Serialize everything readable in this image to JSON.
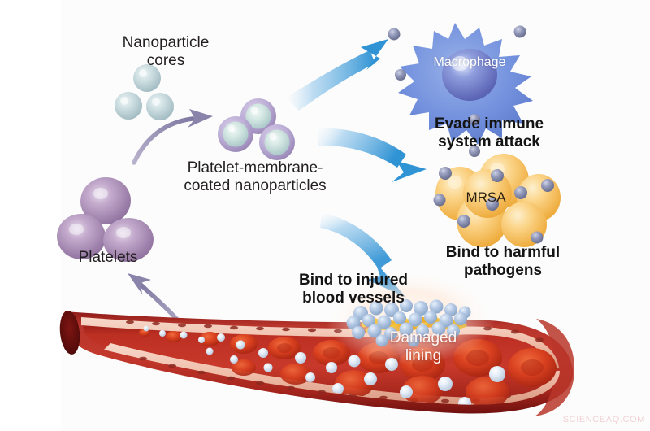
{
  "figure": {
    "title": "Platelet-membrane-coated nanoparticles mechanism diagram",
    "background_color": "#fcfcfc",
    "watermark": "SCIENCEAQ.COM",
    "watermark_color": "#f0d3d6"
  },
  "labels": {
    "nanoparticle_cores": "Nanoparticle\ncores",
    "coated_nanoparticles": "Platelet-membrane-\ncoated nanoparticles",
    "platelets": "Platelets",
    "macrophage": "Macrophage",
    "evade_immune": "Evade immune\nsystem attack",
    "mrsa": "MRSA",
    "bind_pathogens": "Bind to harmful\npathogens",
    "bind_vessels": "Bind to injured\nblood vessels",
    "damaged_lining": "Damaged\nlining"
  },
  "colors": {
    "nanoparticle_core": "#b4cbd1",
    "platelet_membrane": "#a893c4",
    "platelet_body": "#a98cb4",
    "macrophage": "#6f8fd8",
    "macrophage_nucleus": "#5a6fc0",
    "mrsa": "#f5c364",
    "bound_particle": "#8f93b4",
    "blue_arrow": "#2f93d4",
    "purple_arrow": "#8a84ab",
    "vessel_wall": "#a8231f",
    "vessel_lumen": "#c0302a",
    "vessel_lining": "#f4c4b4",
    "red_blood_cell": "#d13a1e",
    "nanoparticle_in_vessel": "#dfe8f5",
    "damaged_area": "#f0b42a",
    "damage_particle": "#aac4e2"
  },
  "elements": {
    "nanoparticle_cores": {
      "name": "Nanoparticle cores",
      "count": 3,
      "description": "Three pale blue-gray spheres"
    },
    "coated_nanoparticles": {
      "name": "Platelet-membrane-coated nanoparticles",
      "count": 3,
      "description": "Three cores wrapped in purple platelet membrane rings"
    },
    "platelets": {
      "name": "Platelets",
      "count": 3,
      "description": "Three purple rounded platelet bodies"
    },
    "macrophage": {
      "name": "Macrophage",
      "description": "Blue amoeboid immune cell with darker nucleus; nanoparticles pass by without being engulfed"
    },
    "mrsa": {
      "name": "MRSA",
      "description": "Cluster of six golden bacteria spheres with nanoparticles bound to surface"
    },
    "blood_vessel": {
      "name": "Blood vessel",
      "description": "Tapering vessel, narrow at left and wide at right, cut-away showing lumen, endothelial lining, red blood cells and circulating nanoparticles"
    },
    "damaged_lining": {
      "name": "Damaged lining",
      "description": "Exposed yellow collagen region of the endothelium with nanoparticles adhering"
    }
  },
  "arrows": [
    {
      "id": "cores-to-coated",
      "color": "#8a84ab",
      "from": "Nanoparticle cores",
      "to": "Platelet-membrane-coated nanoparticles"
    },
    {
      "id": "vessel-to-platelets",
      "color": "#8a84ab",
      "from": "Blood vessel",
      "to": "Platelets"
    },
    {
      "id": "coated-to-macrophage",
      "color": "#2f93d4",
      "from": "Platelet-membrane-coated nanoparticles",
      "to": "Macrophage"
    },
    {
      "id": "coated-to-mrsa",
      "color": "#2f93d4",
      "from": "Platelet-membrane-coated nanoparticles",
      "to": "MRSA"
    },
    {
      "id": "coated-to-vessel",
      "color": "#2f93d4",
      "from": "Platelet-membrane-coated nanoparticles",
      "to": "Blood vessel"
    }
  ]
}
